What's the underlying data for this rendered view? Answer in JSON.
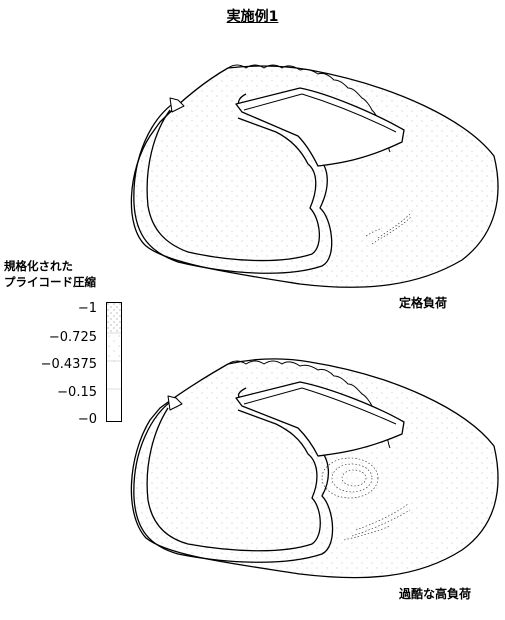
{
  "title": "実施例1",
  "legend": {
    "title_lines": [
      "規格化された",
      "プライコード圧縮"
    ],
    "ticks": [
      "−1",
      "−0.725",
      "−0.4375",
      "−0.15",
      "−0"
    ]
  },
  "panels": [
    {
      "caption": "定格負荷"
    },
    {
      "caption": "過酷な高負荷"
    }
  ]
}
